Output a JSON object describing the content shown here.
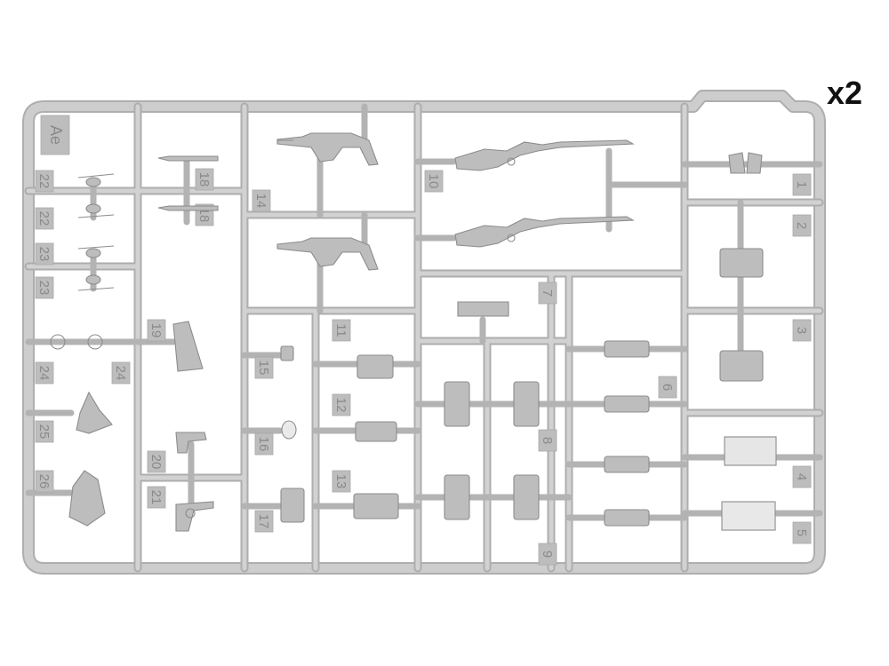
{
  "sprue": {
    "letter": "Ae",
    "multiplier": "x2",
    "colors": {
      "frame": "#c6c6c6",
      "frame_edge": "#a8a8a8",
      "part": "#bfbfbf",
      "part_dark": "#8f8f8f",
      "label_text": "#8a8a8a"
    },
    "part_numbers": [
      "1",
      "2",
      "3",
      "4",
      "5",
      "6",
      "7",
      "8",
      "9",
      "10",
      "11",
      "12",
      "13",
      "14",
      "15",
      "16",
      "17",
      "18",
      "18",
      "19",
      "20",
      "21",
      "22",
      "22",
      "23",
      "23",
      "24",
      "24",
      "25",
      "26"
    ],
    "icons": [
      "rifle-icon",
      "submachine-gun-icon",
      "pistol-icon",
      "revolver-icon",
      "bayonet-icon",
      "binoculars-icon",
      "ammo-pouch-icon",
      "map-case-icon",
      "holster-icon",
      "gas-mask-canister-icon"
    ]
  }
}
